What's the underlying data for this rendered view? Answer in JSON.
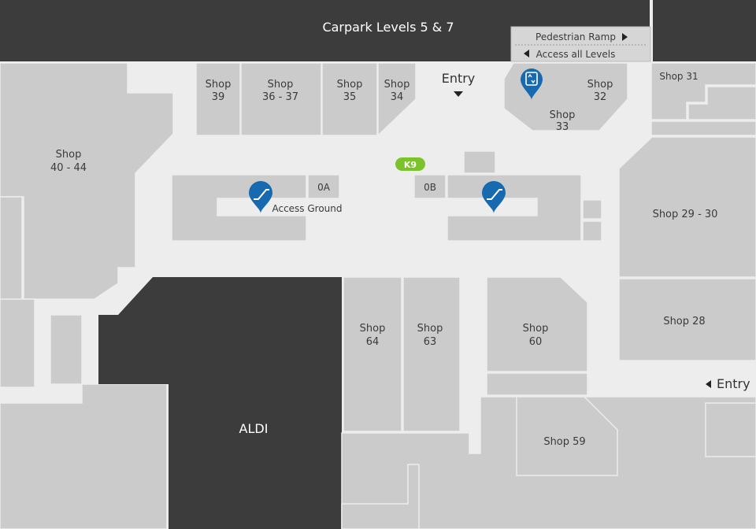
{
  "carpark": {
    "label": "Carpark Levels 5 & 7"
  },
  "ramp": {
    "label": "Pedestrian Ramp",
    "levels": "Access all Levels"
  },
  "entries": {
    "top": "Entry",
    "right": "Entry"
  },
  "shops": {
    "s39": [
      "Shop",
      "39"
    ],
    "s3637": [
      "Shop",
      "36 - 37"
    ],
    "s35": [
      "Shop",
      "35"
    ],
    "s34": [
      "Shop",
      "34"
    ],
    "s32": [
      "Shop",
      "32"
    ],
    "s33": [
      "Shop",
      "33"
    ],
    "s31": [
      "Shop 31"
    ],
    "s4044": [
      "Shop",
      "40 - 44"
    ],
    "s2930": [
      "Shop 29 - 30"
    ],
    "s28": [
      "Shop 28"
    ],
    "s64": [
      "Shop",
      "64"
    ],
    "s63": [
      "Shop",
      "63"
    ],
    "s60": [
      "Shop",
      "60"
    ],
    "s59": [
      "Shop 59"
    ],
    "s0a": [
      "0A"
    ],
    "s0b": [
      "0B"
    ]
  },
  "anchor": {
    "aldi": "ALDI"
  },
  "kiosk": {
    "label": "K9"
  },
  "escalator": {
    "label": "Access Ground"
  },
  "colors": {
    "shop": "#cbcbcb",
    "dark": "#3c3c3c",
    "floor": "#ededed",
    "pin": "#1769b0",
    "kiosk": "#7cc22a"
  },
  "icons": [
    "escalator-icon",
    "lift-icon",
    "arrow-left-icon",
    "arrow-right-icon",
    "arrow-down-icon"
  ]
}
